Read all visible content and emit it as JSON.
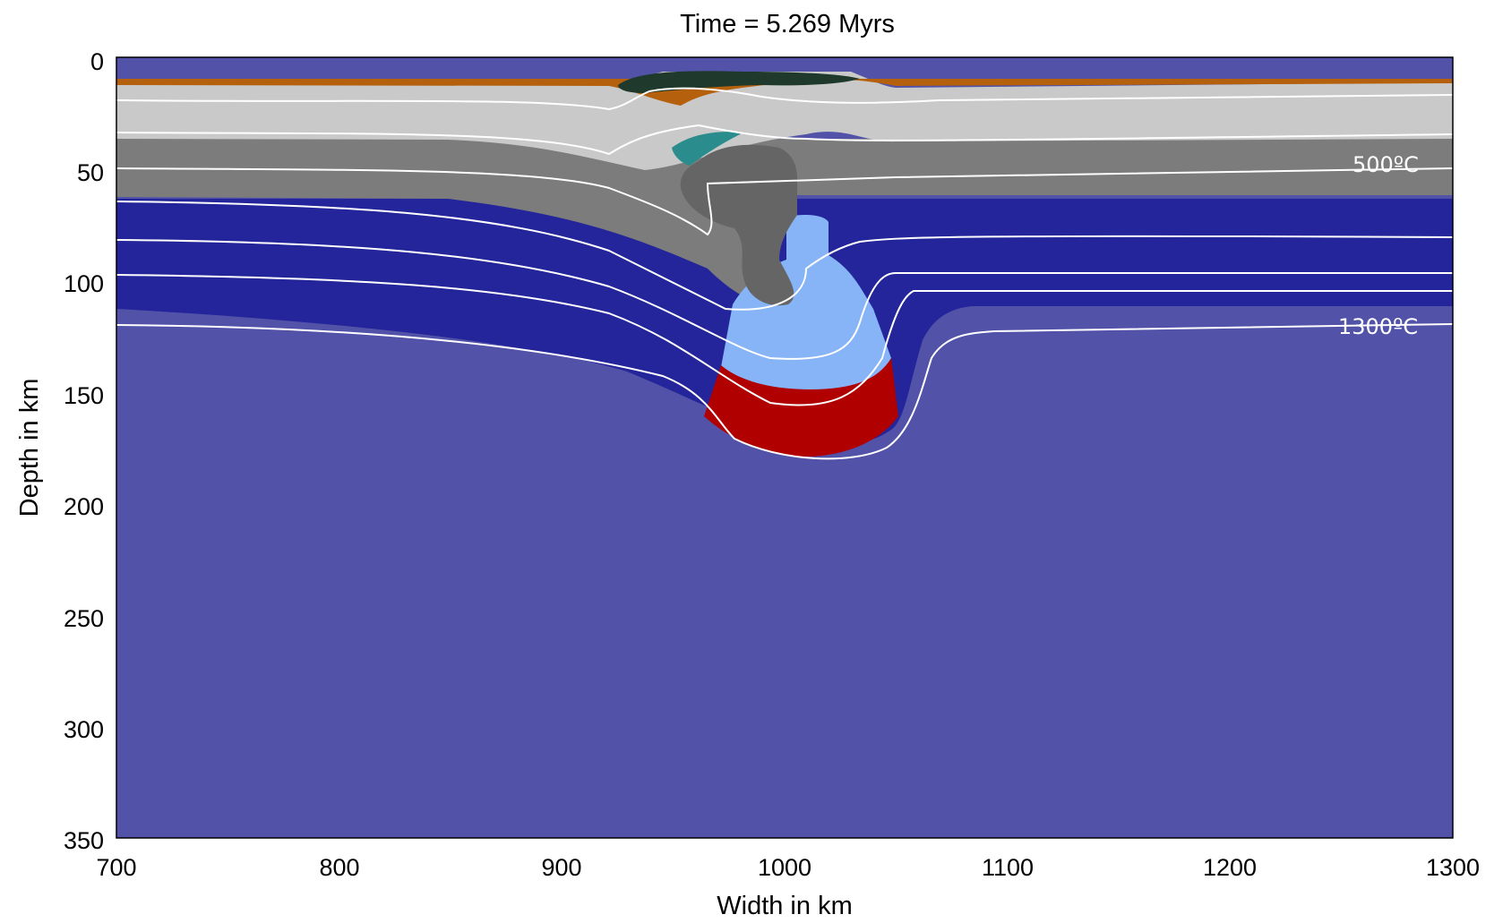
{
  "title": "Time = 5.269 Myrs",
  "xlabel": "Width in km",
  "ylabel": "Depth in km",
  "x_ticks": [
    "700",
    "800",
    "900",
    "1000",
    "1100",
    "1200",
    "1300"
  ],
  "y_ticks": [
    "0",
    "50",
    "100",
    "150",
    "200",
    "250",
    "300",
    "350"
  ],
  "isotherm_labels": [
    "500ºC",
    "1300ºC"
  ],
  "axis_range": {
    "x": [
      700,
      1300
    ],
    "y": [
      0,
      350
    ]
  },
  "colors": {
    "asthenosphere": "#5152a8",
    "lithospheric_mantle": "#24259a",
    "lower_crust": "#7c7c7c",
    "upper_crust": "#c9c9c9",
    "sediments": "#b5600c",
    "slab_mantle_light": "#86b4f6",
    "slab_mantle_hot": "#b00000",
    "plume_body": "#656565",
    "isotherm": "#ffffff"
  }
}
